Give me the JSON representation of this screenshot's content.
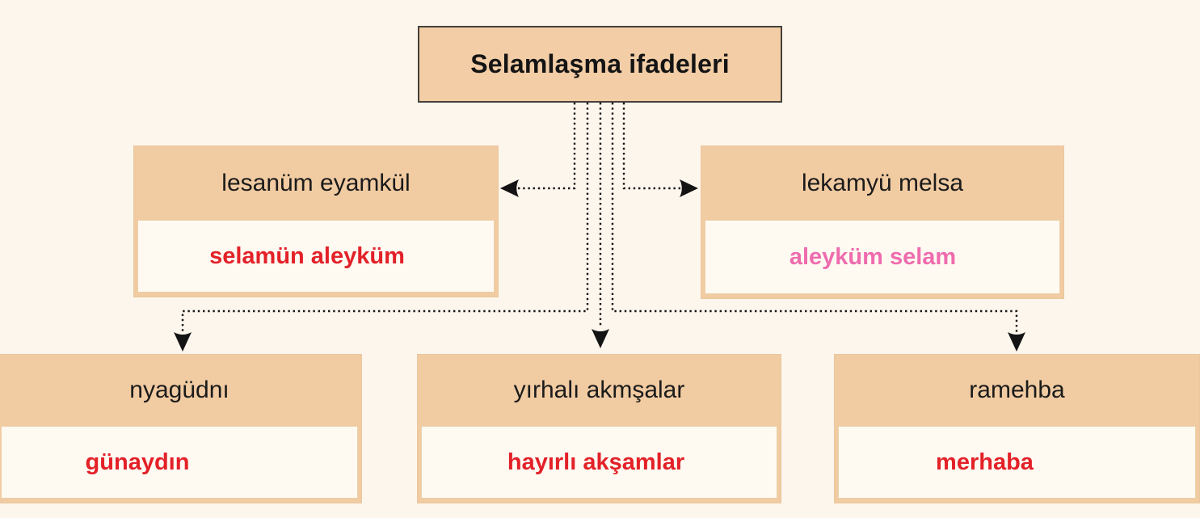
{
  "diagram": {
    "title": "Selamlaşma ifadeleri",
    "colors": {
      "background": "#fdf6ed",
      "box_fill": "#f2cda5",
      "answer_background": "#fefaf2",
      "title_border": "#45413b",
      "scrambled_text": "#1b1b1b",
      "red": "#e32128",
      "pink": "#ee6cae",
      "connector": "#141414"
    },
    "nodes": [
      {
        "id": "mid-left",
        "scrambled": "lesanüm eyamkül",
        "answer": "selamün aleyküm",
        "answer_color": "red"
      },
      {
        "id": "mid-right",
        "scrambled": "lekamyü melsa",
        "answer": "aleyküm selam",
        "answer_color": "pink"
      },
      {
        "id": "bottom-left",
        "scrambled": "nyagüdnı",
        "answer": "günaydın",
        "answer_color": "red"
      },
      {
        "id": "bottom-middle",
        "scrambled": "yırhalı akmşalar",
        "answer": "hayırlı akşamlar",
        "answer_color": "red"
      },
      {
        "id": "bottom-right",
        "scrambled": "ramehba",
        "answer": "merhaba",
        "answer_color": "red"
      }
    ]
  }
}
